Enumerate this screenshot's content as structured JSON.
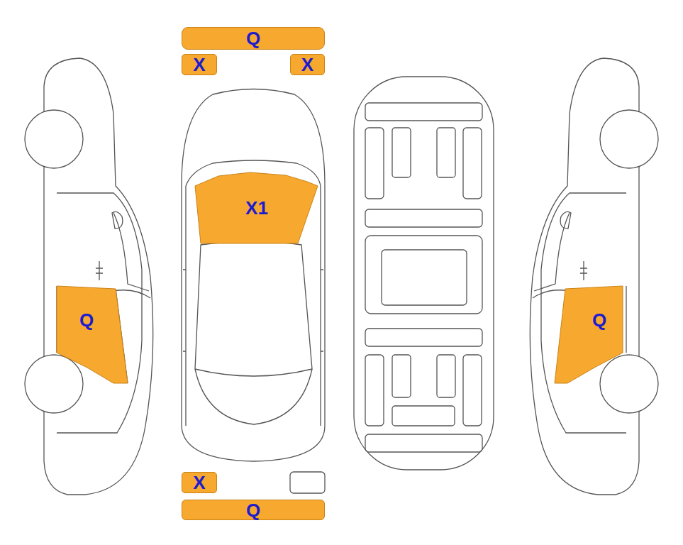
{
  "diagram": {
    "nodes": [
      {
        "text": [
          "Q"
        ]
      },
      {
        "text": [
          "X"
        ]
      },
      {
        "text": [
          "X"
        ]
      },
      {
        "text": [
          "X1"
        ]
      },
      {
        "text": [
          "Q"
        ]
      },
      {
        "text": [
          "Q"
        ]
      },
      {
        "text": [
          "X"
        ]
      },
      {
        "text": [
          "Q"
        ]
      }
    ]
  }
}
